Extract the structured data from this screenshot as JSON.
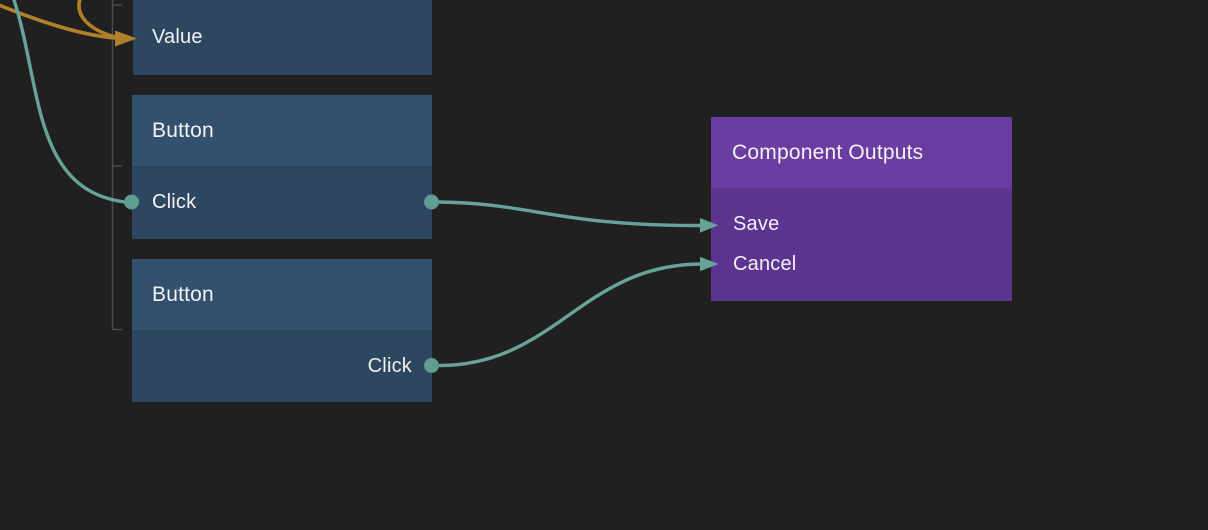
{
  "app": {
    "view": "node-editor-canvas"
  },
  "colors": {
    "bg": "#202021",
    "node_header": "#33506e",
    "node_body": "#2e4760",
    "outputs_header": "#6b3da0",
    "outputs_body": "#5d3590",
    "edge_teal": "#67a399",
    "edge_orange": "#b0802a",
    "port_fill": "#5f9c92",
    "guide_line": "#4a4a4a",
    "text": "#f2f2f2"
  },
  "nodes": {
    "value": {
      "port_label": "Value"
    },
    "button_top": {
      "title": "Button",
      "port_label": "Click"
    },
    "button_bottom": {
      "title": "Button",
      "port_label": "Click"
    },
    "component_outputs": {
      "title": "Component Outputs",
      "ports": [
        {
          "label": "Save"
        },
        {
          "label": "Cancel"
        }
      ]
    }
  },
  "edges": [
    {
      "from": "offscreen-left",
      "to": "value.Value",
      "color": "orange"
    },
    {
      "from": "offscreen-top",
      "to": "value.Value",
      "color": "orange"
    },
    {
      "from": "offscreen-top-left",
      "to": "button_top.Click",
      "color": "teal"
    },
    {
      "from": "button_top.Click",
      "to": "component_outputs.Save",
      "color": "teal"
    },
    {
      "from": "button_bottom.Click",
      "to": "component_outputs.Cancel",
      "color": "teal"
    }
  ]
}
